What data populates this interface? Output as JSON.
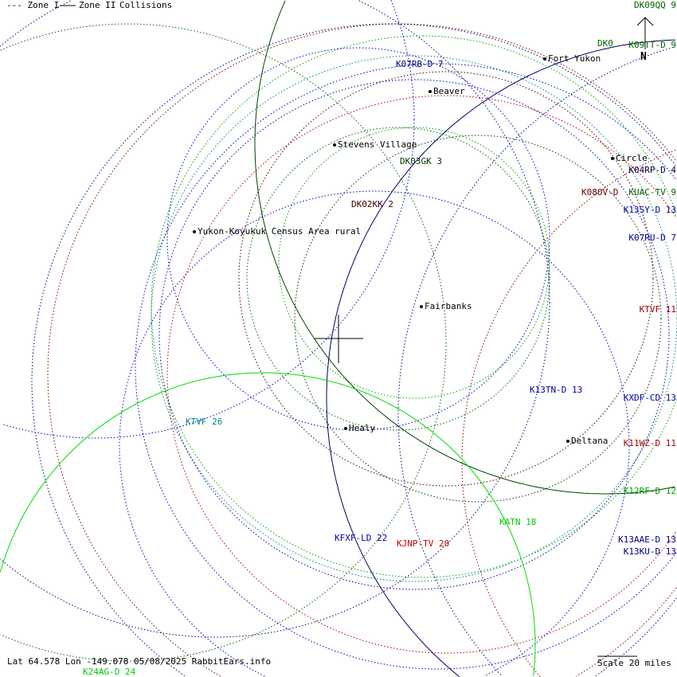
{
  "legend": {
    "zone1": "--- Zone I",
    "zone2": "Zone II",
    "collisions": "Collisions"
  },
  "footer": {
    "coords": "Lat 64.578 Lon -149.078 05/08/2025 RabbitEars.info",
    "scale": "Scale 20 miles"
  },
  "compass": {
    "label": "N"
  },
  "cities": [
    {
      "name": "Fort Yukon"
    },
    {
      "name": "Beaver"
    },
    {
      "name": "Stevens Village"
    },
    {
      "name": "Circle"
    },
    {
      "name": "Yukon-Koyukuk Census Area rural"
    },
    {
      "name": "Fairbanks"
    },
    {
      "name": "Healy"
    },
    {
      "name": "Deltana"
    }
  ],
  "stations": [
    {
      "label": "DK09QQ 9",
      "color": "#006600"
    },
    {
      "label": "DK0",
      "color": "#006600"
    },
    {
      "label": "K09TT-D 9",
      "color": "#006600"
    },
    {
      "label": "K07RB-D 7",
      "color": "#000080"
    },
    {
      "label": "K04RP-D 4",
      "color": "#000040"
    },
    {
      "label": "DK03GK 3",
      "color": "#003300"
    },
    {
      "label": "DK02KK 2",
      "color": "#400000"
    },
    {
      "label": "K08OV-D",
      "color": "#660000"
    },
    {
      "label": "KUAC-TV 9",
      "color": "#006600"
    },
    {
      "label": "K13SY-D 13",
      "color": "#0000a0"
    },
    {
      "label": "K07RU-D 7",
      "color": "#0000a0"
    },
    {
      "label": "KTVF 11",
      "color": "#aa0000"
    },
    {
      "label": "K13TN-D 13",
      "color": "#0000a0"
    },
    {
      "label": "KXDF-CD 13",
      "color": "#0000a0"
    },
    {
      "label": "KTVF 26",
      "color": "#008080"
    },
    {
      "label": "K11WZ-D 11",
      "color": "#aa0000"
    },
    {
      "label": "K12RF-D 12",
      "color": "#00a000"
    },
    {
      "label": "KATN 18",
      "color": "#00cc00"
    },
    {
      "label": "KFXF-LD 22",
      "color": "#0000a0"
    },
    {
      "label": "KJNP-TV 20",
      "color": "#cc0000"
    },
    {
      "label": "K13AAE-D 13",
      "color": "#000080"
    },
    {
      "label": "K13KU-D 13",
      "color": "#000080"
    },
    {
      "label": "K24AG-D 24",
      "color": "#00cc00"
    }
  ]
}
